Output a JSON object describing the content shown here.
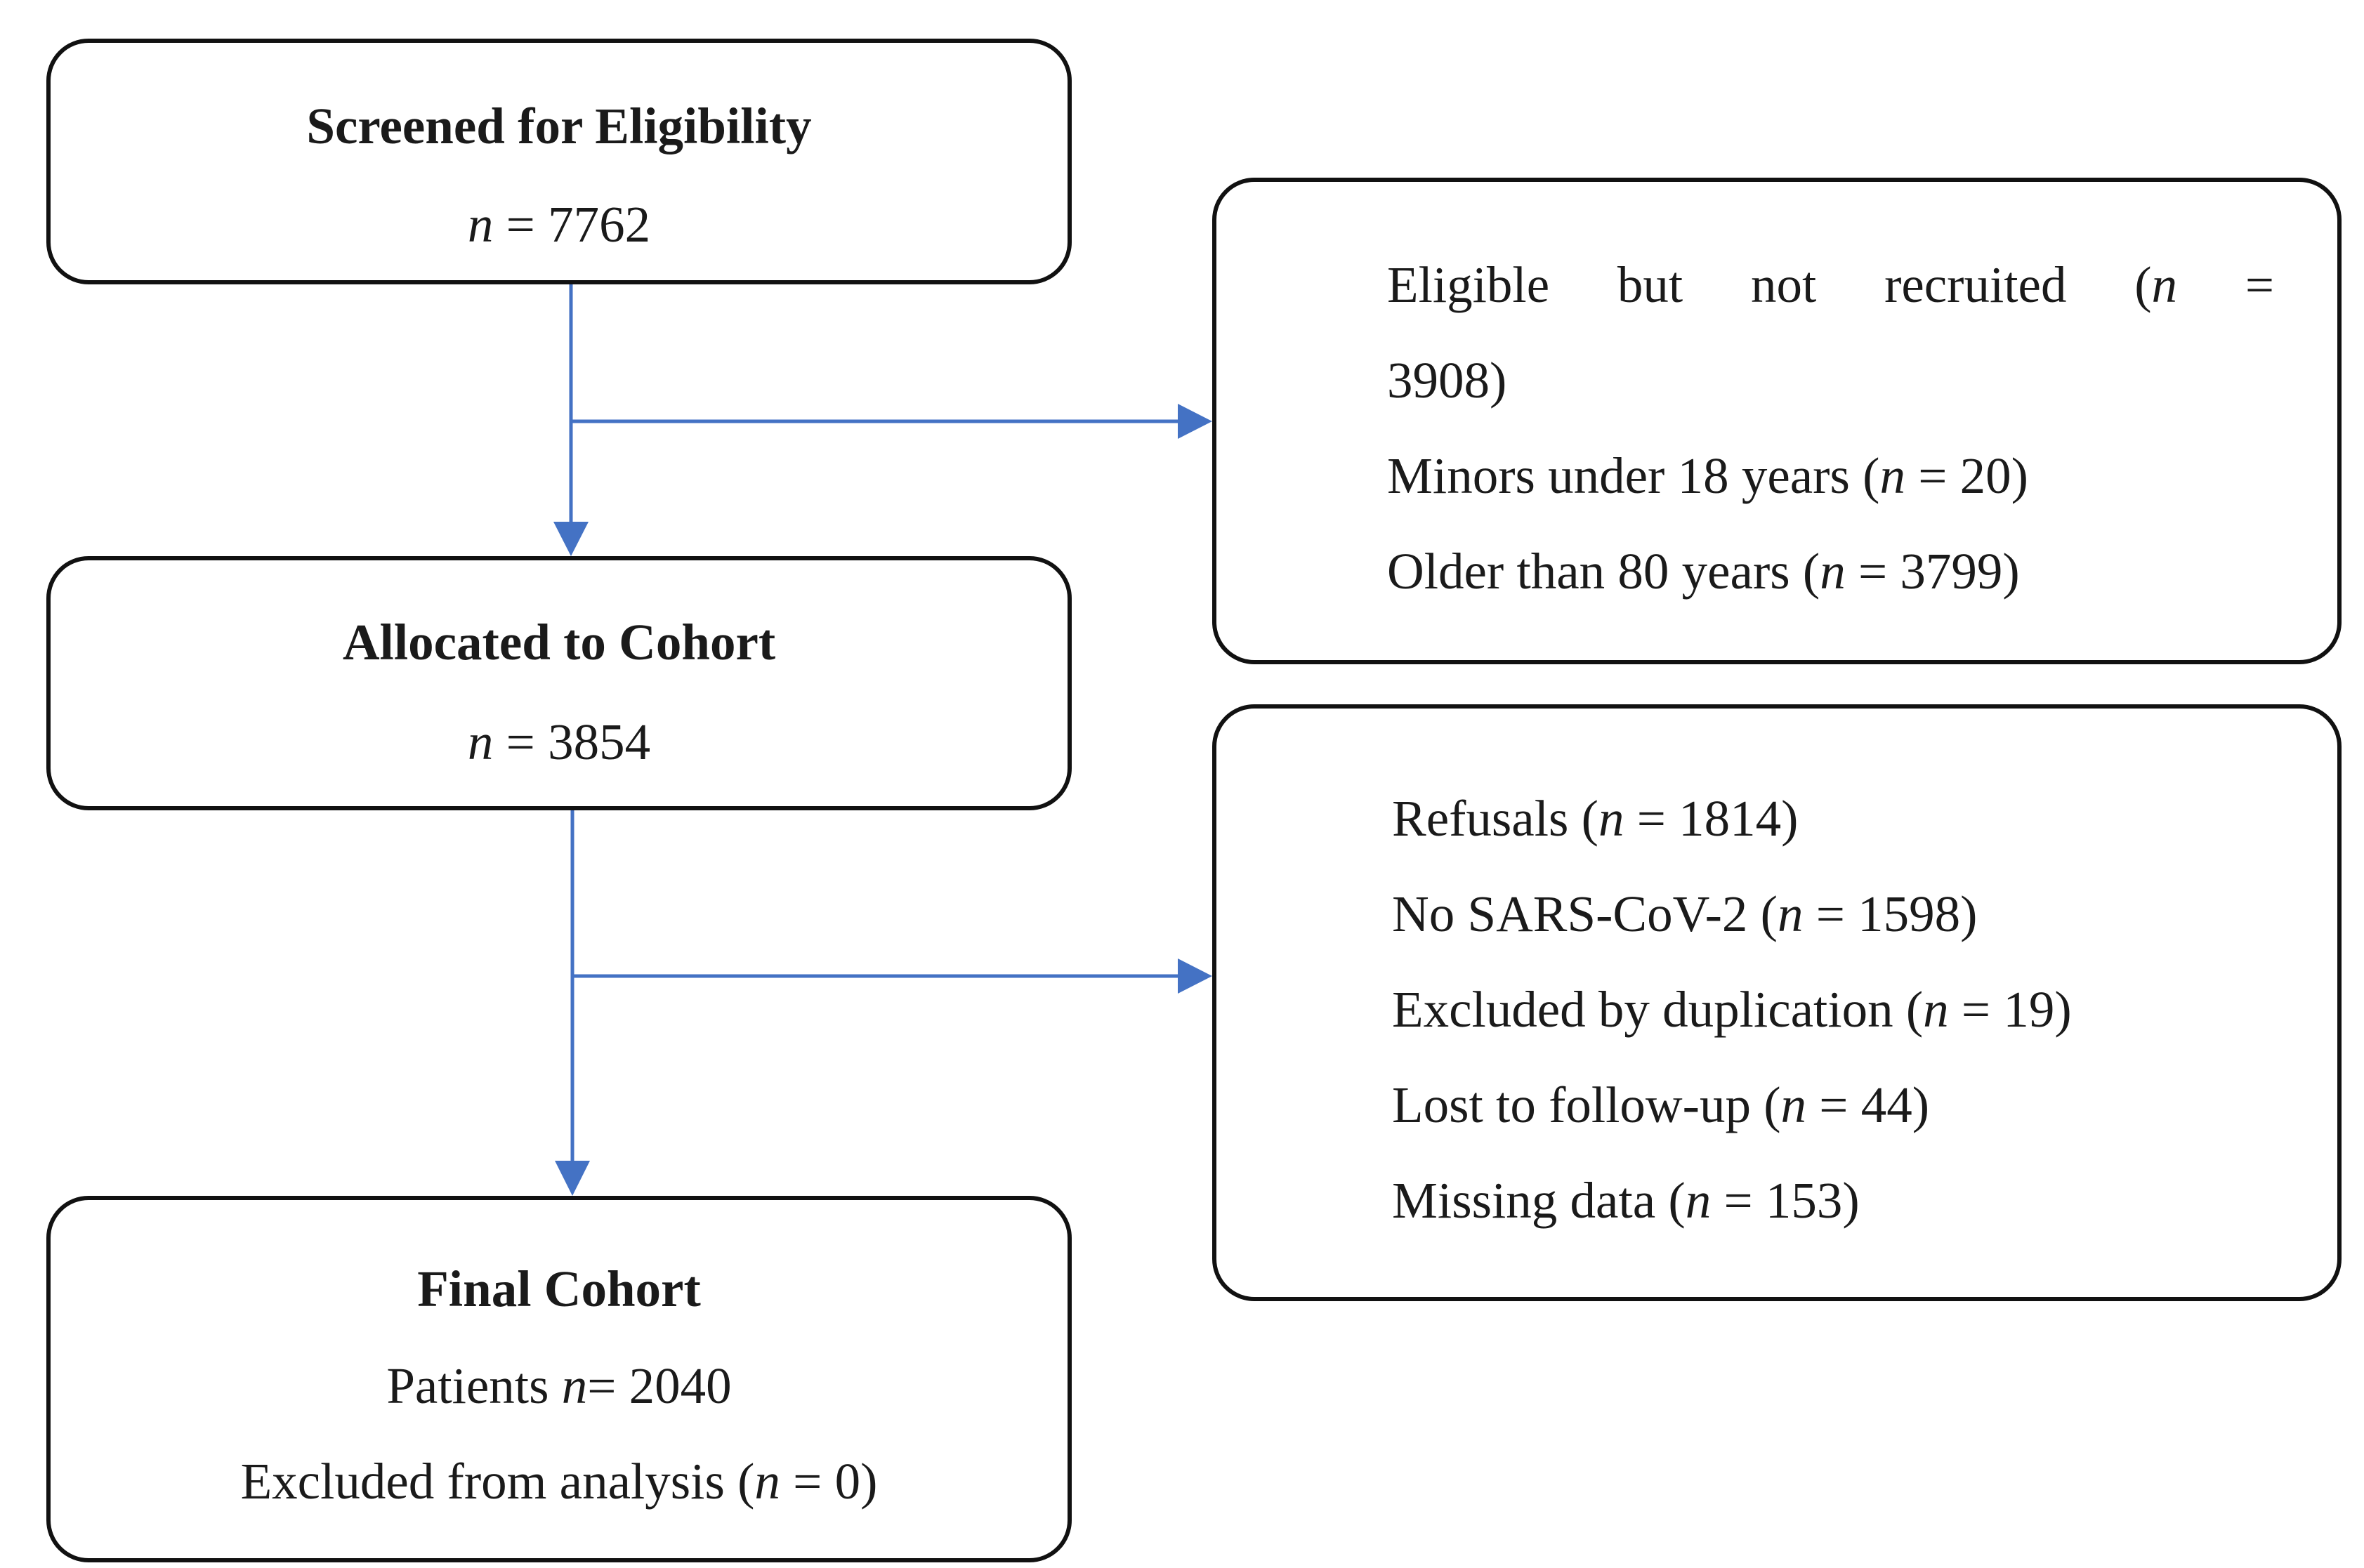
{
  "screened": {
    "title": "Screened for Eligibility",
    "n_prefix": "n",
    "n_rest": " = 7762"
  },
  "allocated": {
    "title": "Allocated to Cohort",
    "n_prefix": "n",
    "n_rest": " = 3854"
  },
  "final": {
    "title": "Final Cohort",
    "patients_pre": "Patients ",
    "patients_n": "n",
    "patients_post": "= 2040",
    "excluded_pre": "Excluded from analysis (",
    "excluded_n": "n",
    "excluded_post": " = 0)"
  },
  "not_recruited": {
    "line1_words": [
      "Eligible",
      "but",
      "not",
      "recruited",
      "(n",
      "="
    ],
    "line2": "3908)",
    "items": [
      {
        "pre": "Minors under 18 years (",
        "n": "n",
        "post": " = 20)"
      },
      {
        "pre": "Older than 80 years (",
        "n": "n",
        "post": " = 3799)"
      }
    ]
  },
  "exclusions": {
    "items": [
      {
        "pre": "Refusals (",
        "n": "n",
        "post": " = 1814)"
      },
      {
        "pre": "No SARS-CoV-2 (",
        "n": "n",
        "post": " = 1598)"
      },
      {
        "pre": "Excluded by duplication (",
        "n": "n",
        "post": " = 19)"
      },
      {
        "pre": "Lost to follow-up (",
        "n": "n",
        "post": " = 44)"
      },
      {
        "pre": "Missing data (",
        "n": "n",
        "post": " = 153)"
      }
    ]
  },
  "colors": {
    "arrow": "#4472c4",
    "border": "#111111",
    "text": "#1a1a1a"
  }
}
